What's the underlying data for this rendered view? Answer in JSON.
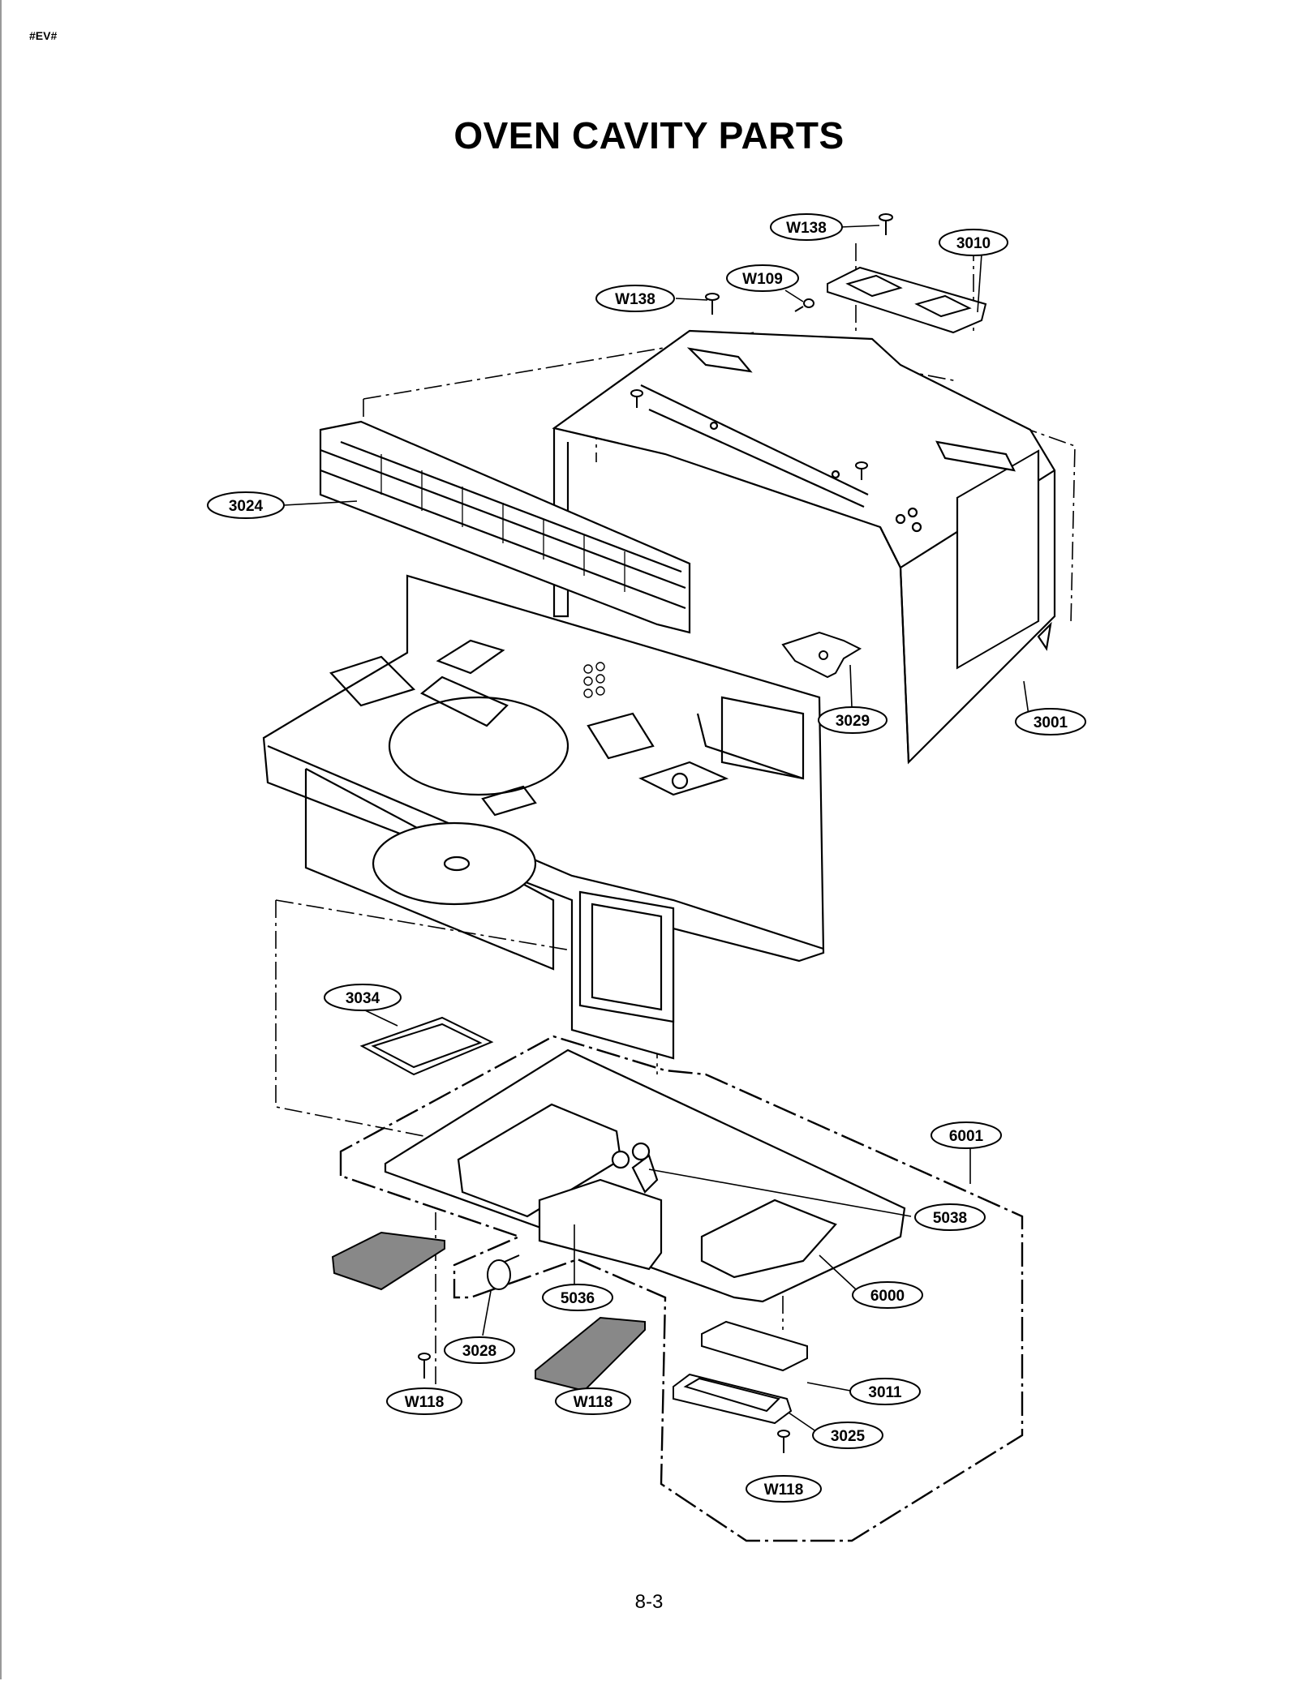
{
  "header": {
    "code": "#EV#"
  },
  "title": "OVEN CAVITY PARTS",
  "footer": {
    "page_number": "8-3"
  },
  "callouts": [
    {
      "id": "W138_top",
      "label": "W138"
    },
    {
      "id": "3010",
      "label": "3010"
    },
    {
      "id": "W109",
      "label": "W109"
    },
    {
      "id": "W138_mid",
      "label": "W138"
    },
    {
      "id": "3024",
      "label": "3024"
    },
    {
      "id": "3029",
      "label": "3029"
    },
    {
      "id": "3001",
      "label": "3001"
    },
    {
      "id": "3034",
      "label": "3034"
    },
    {
      "id": "6001",
      "label": "6001"
    },
    {
      "id": "5038",
      "label": "5038"
    },
    {
      "id": "6000",
      "label": "6000"
    },
    {
      "id": "5036",
      "label": "5036"
    },
    {
      "id": "3028",
      "label": "3028"
    },
    {
      "id": "W118_left",
      "label": "W118"
    },
    {
      "id": "W118_mid",
      "label": "W118"
    },
    {
      "id": "3011",
      "label": "3011"
    },
    {
      "id": "3025",
      "label": "3025"
    },
    {
      "id": "W118_bottom",
      "label": "W118"
    }
  ]
}
